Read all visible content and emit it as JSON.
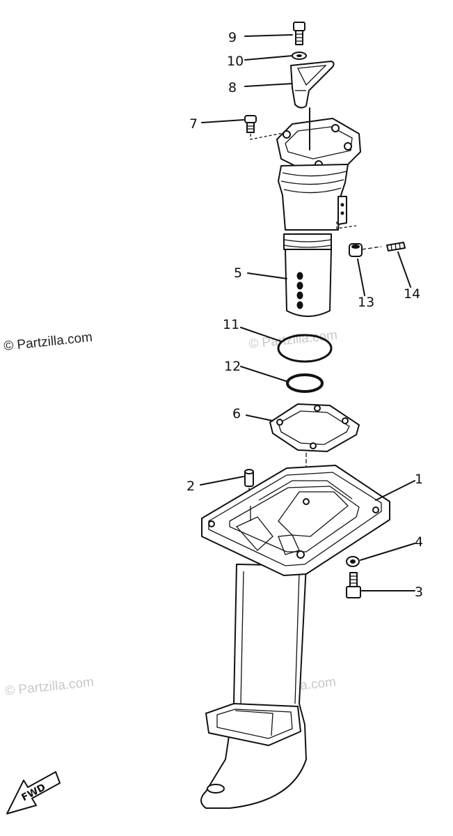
{
  "diagram": {
    "callouts": [
      {
        "id": "c1",
        "text": "1"
      },
      {
        "id": "c2",
        "text": "2"
      },
      {
        "id": "c3",
        "text": "3"
      },
      {
        "id": "c4",
        "text": "4"
      },
      {
        "id": "c5",
        "text": "5"
      },
      {
        "id": "c6",
        "text": "6"
      },
      {
        "id": "c7",
        "text": "7"
      },
      {
        "id": "c8",
        "text": "8"
      },
      {
        "id": "c9",
        "text": "9"
      },
      {
        "id": "c10",
        "text": "10"
      },
      {
        "id": "c11",
        "text": "11"
      },
      {
        "id": "c12",
        "text": "12"
      },
      {
        "id": "c13",
        "text": "13"
      },
      {
        "id": "c14",
        "text": "14"
      }
    ],
    "fwd_label": "FWD"
  },
  "watermarks": {
    "left_mid": "© Partzilla.com",
    "center_mid": "© Partzilla.com",
    "left_low": "© Partzilla.com",
    "center_low": "© Partzilla.com"
  }
}
